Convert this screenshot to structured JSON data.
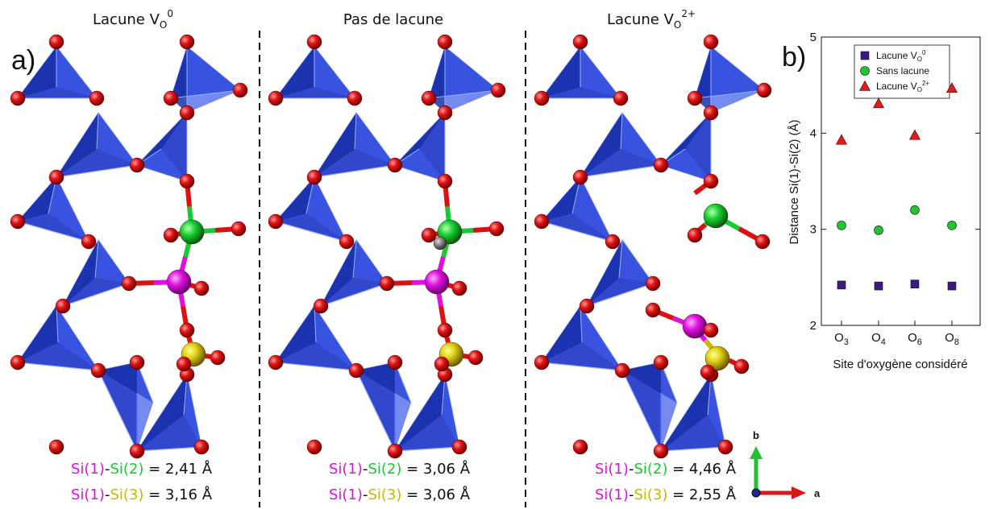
{
  "panels": [
    {
      "title": "Lacune V",
      "sub": "O",
      "sup": "0",
      "eq1": {
        "a": "Si(1)",
        "b": "Si(2)",
        "val": " = 2,41 Å"
      },
      "eq2": {
        "a": "Si(1)",
        "b": "Si(3)",
        "val": " = 3,16 Å"
      }
    },
    {
      "title": "Pas de lacune",
      "sub": "",
      "sup": "",
      "eq1": {
        "a": "Si(1)",
        "b": "Si(2)",
        "val": " = 3,06 Å"
      },
      "eq2": {
        "a": "Si(1)",
        "b": "Si(3)",
        "val": " = 3,06 Å"
      }
    },
    {
      "title": "Lacune V",
      "sub": "O",
      "sup": "2+",
      "eq1": {
        "a": "Si(1)",
        "b": "Si(2)",
        "val": " = 4,46 Å"
      },
      "eq2": {
        "a": "Si(1)",
        "b": "Si(3)",
        "val": " = 2,55 Å"
      }
    }
  ],
  "labels": {
    "a": "a)",
    "b": "b)"
  },
  "axes_triad": {
    "x": "a",
    "y": "b"
  },
  "colors": {
    "si1": "#dd10dd",
    "si2": "#16cc2e",
    "si3": "#c8b800",
    "oxygen": "#dd1010",
    "tetra": "#2038c8"
  },
  "chart_data": {
    "type": "scatter",
    "xlabel": "Site d'oxygène considéré",
    "ylabel": "Distance Si(1)-Si(2) (Å)",
    "categories": [
      {
        "base": "O",
        "sub": "3"
      },
      {
        "base": "O",
        "sub": "4"
      },
      {
        "base": "O",
        "sub": "6"
      },
      {
        "base": "O",
        "sub": "8"
      }
    ],
    "ylim": [
      2,
      5
    ],
    "yticks": [
      "2",
      "3",
      "4",
      "5"
    ],
    "legend_position": "top-right",
    "series": [
      {
        "name": "Lacune V",
        "sub": "O",
        "sup": "0",
        "marker": "square",
        "color": "#3c1a86",
        "values": [
          2.42,
          2.41,
          2.43,
          2.41
        ]
      },
      {
        "name": "Sans lacune",
        "sub": "",
        "sup": "",
        "marker": "circle",
        "color": "#22c430",
        "values": [
          3.04,
          2.99,
          3.2,
          3.04
        ]
      },
      {
        "name": "Lacune V",
        "sub": "O",
        "sup": "2+",
        "marker": "triangle",
        "color": "#e81818",
        "values": [
          3.93,
          4.31,
          3.98,
          4.47
        ]
      }
    ]
  }
}
